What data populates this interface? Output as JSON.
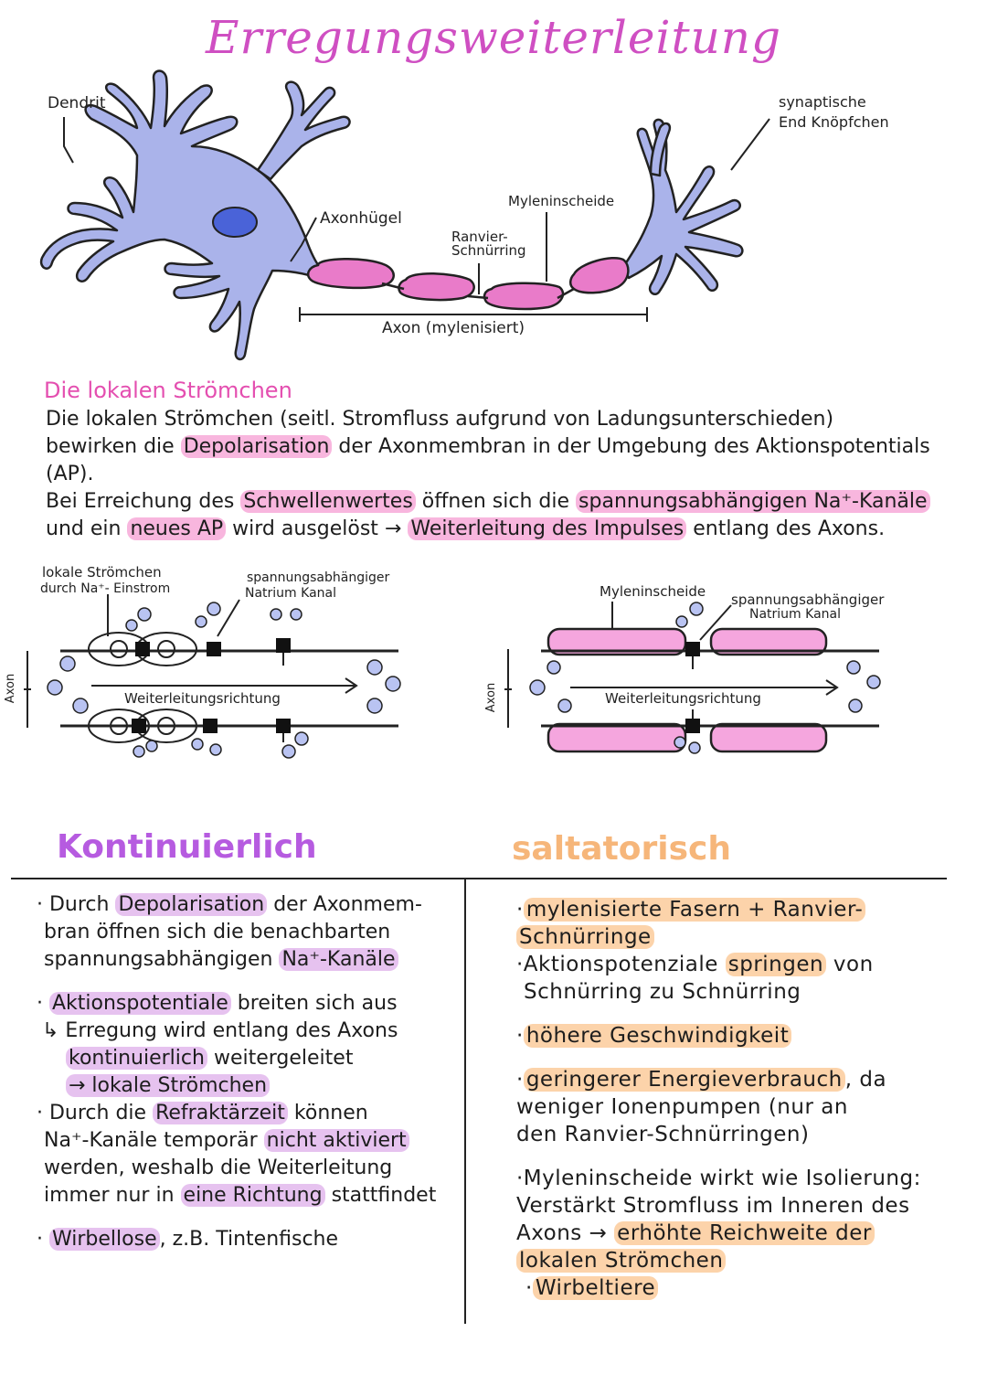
{
  "title": "Erregungsweiterleitung",
  "neuron_labels": {
    "dendrit": "Dendrit",
    "endknoepfchen_1": "synaptische",
    "endknoepfchen_2": "End Knöpfchen",
    "axonhuegel": "Axonhügel",
    "myelinscheide": "Myleninscheide",
    "ranvier_1": "Ranvier-",
    "ranvier_2": "Schnürring",
    "axon": "Axon (mylenisiert)"
  },
  "section": {
    "heading": "Die lokalen Strömchen",
    "p1": "Die lokalen Strömchen (seitl. Stromfluss aufgrund von Ladungsunterschieden)",
    "p2a": "bewirken die ",
    "p2_hl": "Depolarisation",
    "p2b": " der Axonmembran in der Umgebung des Aktionspotentials (AP).",
    "p3a": "Bei Erreichung des ",
    "p3_hl1": "Schwellenwertes",
    "p3b": " öffnen sich die ",
    "p3_hl2": "spannungsabhängigen Na⁺-Kanäle",
    "p4a": "und ein ",
    "p4_hl1": "neues AP",
    "p4b": " wird ausgelöst → ",
    "p4_hl2": "Weiterleitung des Impulses",
    "p4c": " entlang des Axons."
  },
  "diagram_left": {
    "strom_1": "lokale Strömchen",
    "strom_2": "durch Na⁺- Einstrom",
    "kanal_1": "spannungsabhängiger",
    "kanal_2": "Natrium Kanal",
    "direction": "Weiterleitungsrichtung",
    "axon": "Axon"
  },
  "diagram_right": {
    "myelin": "Myleninscheide",
    "kanal_1": "spannungsabhängiger",
    "kanal_2": "Natrium Kanal",
    "direction": "Weiterleitungsrichtung",
    "axon": "Axon"
  },
  "left_column": {
    "heading": "Kontinuierlich",
    "b1a": "· Durch ",
    "b1_hl": "Depolarisation",
    "b1b": " der Axonmem-",
    "b1c": "bran öffnen sich die benachbarten",
    "b1d": "spannungsabhängigen ",
    "b1_hl2": "Na⁺-Kanäle",
    "b2_hl": "Aktionspotentiale",
    "b2b": " breiten sich aus",
    "b2c": "↳ Erregung wird entlang des Axons",
    "b2_hl2": "kontinuierlich",
    "b2d": " weitergeleitet",
    "b2_hl3": "→ lokale Strömchen",
    "b3a": "· Durch die ",
    "b3_hl": "Refraktärzeit",
    "b3b": " können",
    "b3c": "Na⁺-Kanäle temporär ",
    "b3_hl2": "nicht aktiviert",
    "b3d": "werden, weshalb die Weiterleitung",
    "b3e": "immer nur in ",
    "b3_hl3": "eine Richtung",
    "b3f": " stattfindet",
    "b4_hl": "Wirbellose",
    "b4b": ", z.B. Tintenfische"
  },
  "right_column": {
    "heading": "saltatorisch",
    "r1_hl": "mylenisierte Fasern + Ranvier-",
    "r1_hl2": "Schnürringe",
    "r2a": "·Aktionspotenziale ",
    "r2_hl": "springen",
    "r2b": " von",
    "r2c": "Schnürring zu Schnürring",
    "r3_hl": "höhere Geschwindigkeit",
    "r4_hl": "geringerer Energieverbrauch",
    "r4b": ", da",
    "r4c": "weniger Ionenpumpen (nur an",
    "r4d": "den Ranvier-Schnürringen)",
    "r5a": "·Myleninscheide wirkt wie Isolierung:",
    "r5b": "Verstärkt Stromfluss im Inneren des",
    "r5c": "Axons → ",
    "r5_hl": "erhöhte Reichweite der",
    "r5_hl2": "lokalen Strömchen",
    "r6_hl": "Wirbeltiere"
  },
  "colors": {
    "title": "#cf4fc2",
    "neuron": "#aab3ea",
    "myelin": "#e97bc9",
    "nucleus": "#4a63d8",
    "highlight_pink": "#f8b6de",
    "highlight_lilac": "#e6c2ef",
    "highlight_orange": "#fcd3aa",
    "heading_left": "#b65be0",
    "heading_right": "#f6b67a"
  }
}
